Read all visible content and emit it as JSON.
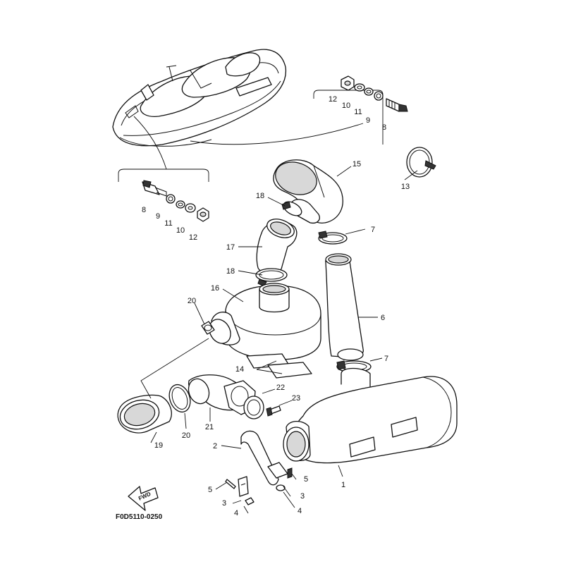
{
  "diagram": {
    "code": "F0D5110-0250",
    "fwd_label": "FWD",
    "callouts": {
      "c1": "1",
      "c2": "2",
      "c3a": "3",
      "c3b": "3",
      "c4a": "4",
      "c4b": "4",
      "c5a": "5",
      "c5b": "5",
      "c6": "6",
      "c7a": "7",
      "c7b": "7",
      "c8a": "8",
      "c8b": "8",
      "c9a": "9",
      "c9b": "9",
      "c10a": "10",
      "c10b": "10",
      "c11a": "11",
      "c11b": "11",
      "c12a": "12",
      "c12b": "12",
      "c13": "13",
      "c14": "14",
      "c15": "15",
      "c16": "16",
      "c17": "17",
      "c18a": "18",
      "c18b": "18",
      "c19": "19",
      "c20a": "20",
      "c20b": "20",
      "c21": "21",
      "c22": "22",
      "c23": "23"
    }
  }
}
